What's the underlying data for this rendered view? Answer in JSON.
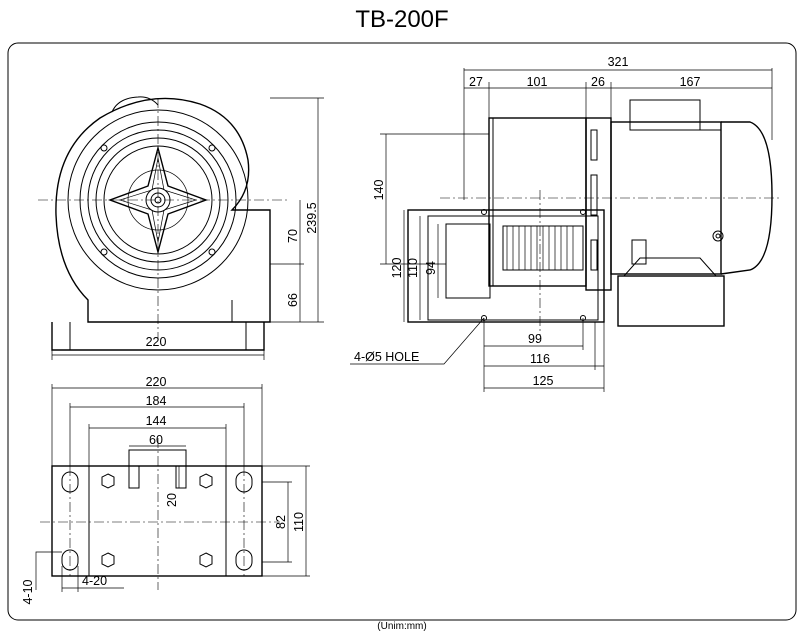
{
  "title": "TB-200F",
  "unit_note": "(Unim:mm)",
  "front_view": {
    "dim_height_total": "239.5",
    "dim_center_to_shaft": "70",
    "dim_base_height": "66",
    "dim_base_width": "220"
  },
  "side_view": {
    "dim_overall_length": "321",
    "dim_seg_1": "27",
    "dim_seg_2": "101",
    "dim_seg_3": "26",
    "dim_seg_4": "167",
    "dim_outlet_height": "140",
    "dim_outlet_120": "120",
    "dim_outlet_110": "110",
    "dim_outlet_94": "94",
    "dim_hole_pitch": "99",
    "dim_flange_116": "116",
    "dim_flange_125": "125",
    "hole_note": "4-Ø5 HOLE"
  },
  "base_view": {
    "dim_220": "220",
    "dim_184": "184",
    "dim_144": "144",
    "dim_60": "60",
    "dim_20": "20",
    "dim_82": "82",
    "dim_110": "110",
    "slot_width": "4-20",
    "slot_height": "4-10"
  }
}
